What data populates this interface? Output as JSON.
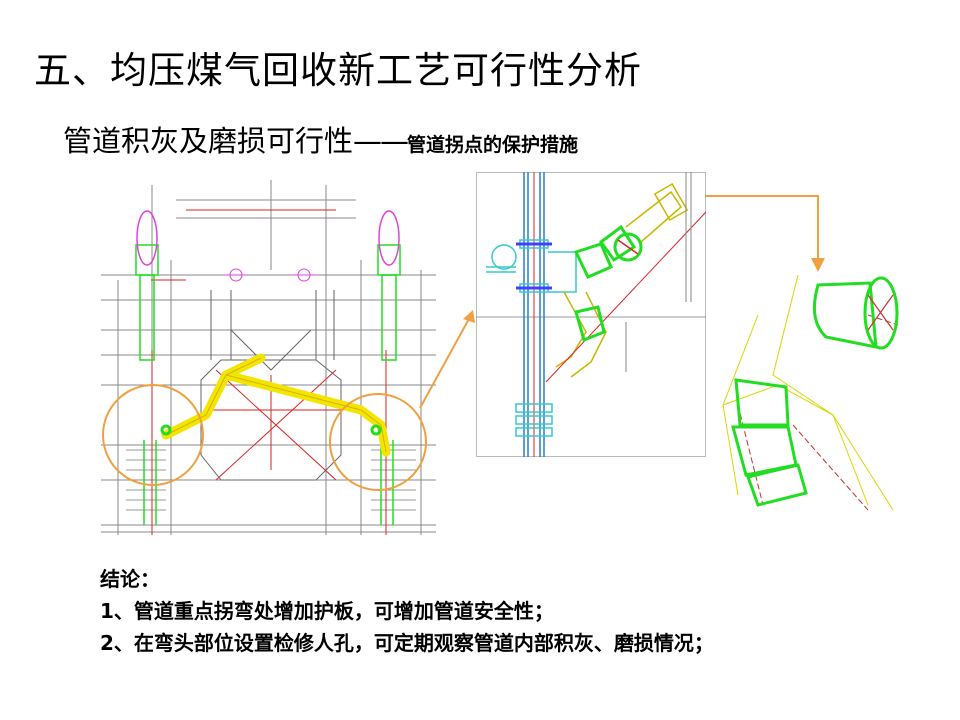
{
  "slide": {
    "title": "五、均压煤气回收新工艺可行性分析",
    "subtitle_main": "管道积灰及磨损可行性",
    "subtitle_dash": "——",
    "subtitle_sub": "管道拐点的保护措施"
  },
  "conclusion": {
    "heading": "结论：",
    "items": [
      "1、管道重点拐弯处增加护板，可增加管道安全性；",
      "2、在弯头部位设置检修人孔，可定期观察管道内部积灰、磨损情况；"
    ]
  },
  "colors": {
    "highlight_yellow": "#f5e400",
    "callout_orange": "#f0a040",
    "green": "#22dd22",
    "cyan": "#33cccc",
    "red": "#dd2222",
    "magenta": "#dd44dd"
  }
}
